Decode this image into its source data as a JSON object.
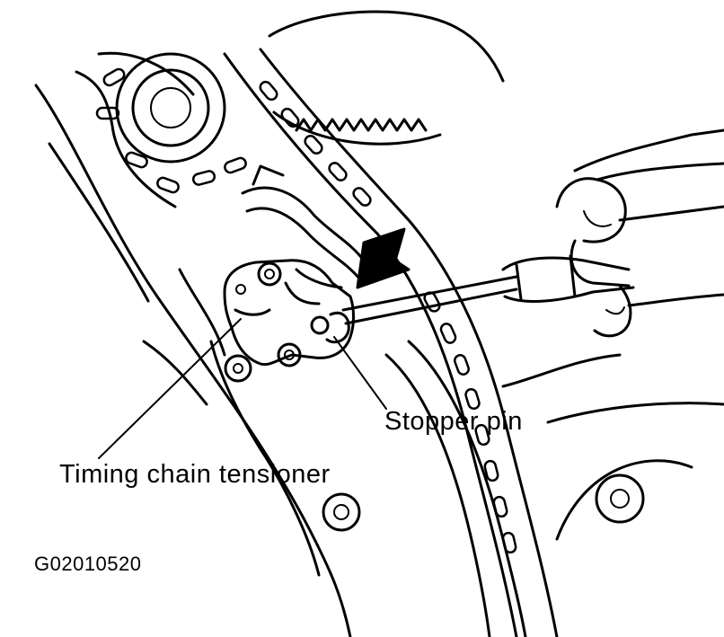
{
  "labels": {
    "stopper_pin": "Stopper pin",
    "timing_chain_tensioner": "Timing chain tensioner"
  },
  "figure": {
    "code": "G02010520"
  },
  "colors": {
    "ink": "#000000",
    "paper": "#ffffff"
  }
}
